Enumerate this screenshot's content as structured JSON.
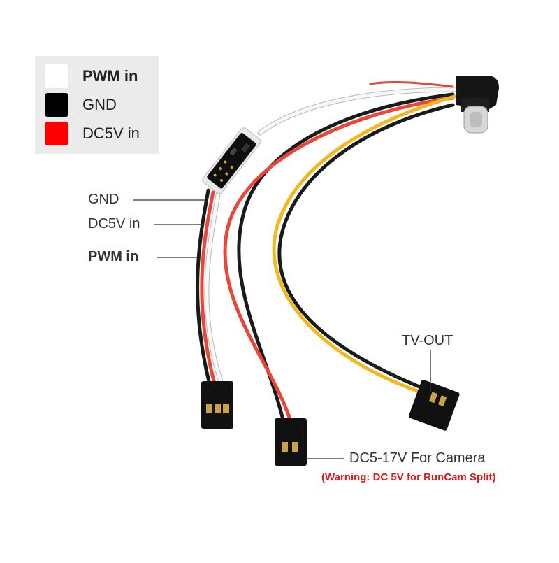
{
  "legend": {
    "items": [
      {
        "label": "PWM in",
        "color": "#ffffff"
      },
      {
        "label": "GND",
        "color": "#000000"
      },
      {
        "label": "DC5V in",
        "color": "#ff0000"
      }
    ]
  },
  "labels": {
    "gnd": "GND",
    "dc5v": "DC5V in",
    "pwm": "PWM in",
    "tv_out": "TV-OUT",
    "camera_power": "DC5-17V For Camera",
    "warning": "(Warning: DC 5V for RunCam Split)"
  },
  "colors": {
    "white_wire": "#f4f4f4",
    "black_wire": "#1a1a1a",
    "red_wire": "#e8473a",
    "yellow_wire": "#f2b820",
    "connector": "#111111",
    "pin": "#c9a24a",
    "warning": "#e01818"
  },
  "icons": [
    "usb-c-plug-icon",
    "pwm-board-icon",
    "servo-connector-icon"
  ]
}
